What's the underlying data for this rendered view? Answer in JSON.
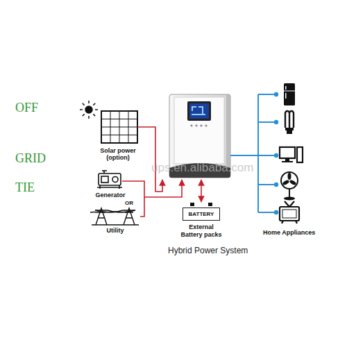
{
  "diagram": {
    "caption": "Hybrid Power System",
    "nodes": [
      {
        "text": [
          "Solar power (option)"
        ]
      },
      {
        "text": [
          "Generator"
        ]
      },
      {
        "text": [
          "Utility"
        ]
      },
      {
        "text": [
          "BATTERY",
          "External Battery packs"
        ]
      }
    ],
    "labels": [
      "OFF",
      "GRID",
      "TIE",
      "OR",
      "Home Appliances",
      "ups.en.alibaba.com"
    ]
  }
}
